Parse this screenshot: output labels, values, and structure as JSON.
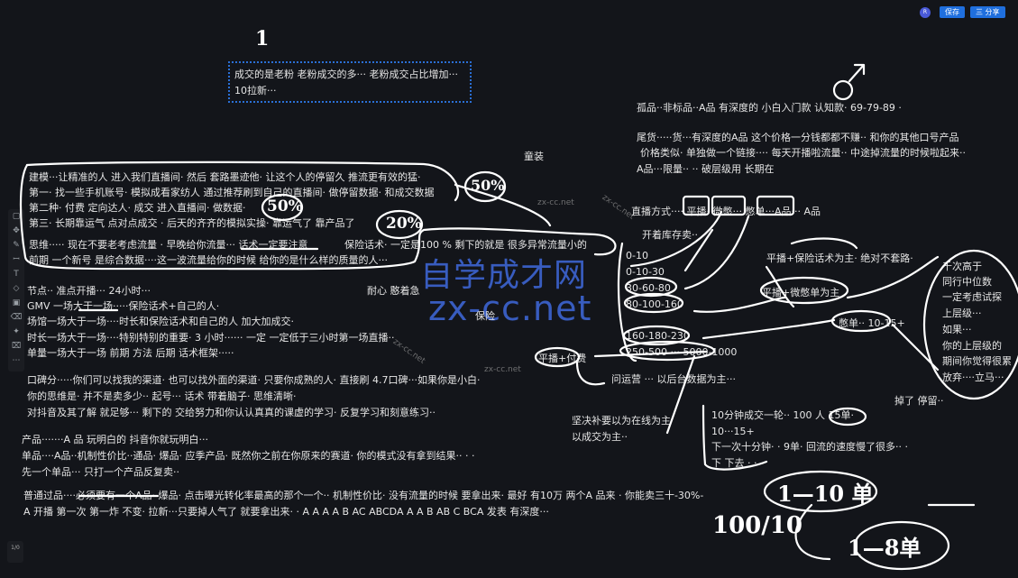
{
  "header": {
    "avatar_text": "R",
    "share_label": "三 分享",
    "save_label": "保存"
  },
  "watermark": {
    "big_cn": "自学成才网",
    "big_url": "zx-cc.net",
    "small": "zx-cc.net"
  },
  "pager": {
    "text": "1/0"
  },
  "handwritten": {
    "one": "1",
    "pct50": "50%",
    "pct50b": "50%",
    "pct20": "20%",
    "one_ten": "1—10 单",
    "hundred_ten": "100/10",
    "one_eight": "1—8单"
  },
  "notes": {
    "top_box_line1": "成交的是老粉  老粉成交的多···   老粉成交占比增加···",
    "top_box_line2": "10拉新···",
    "tongzhuang": "童装",
    "l1": "建模···让精准的人 进入我们直播间·  然后  套路墨迹他·  让这个人的停留久  推流更有效的猛·",
    "l2": "第一·     找一些手机账号· 模拟成看家纺人 通过推荐刷到自己的直播间· 做停留数据· 和成交数据",
    "l3": "第二种·  付费  定向达人· 成交 进入直播间· 做数据·",
    "l4": "第三·   长期靠运气 点对点成交 · 后天的齐齐的模拟实操· 靠运气了  靠产品了",
    "l5": "思维·····  现在不要老考虑流量 · 早晚给你流量···  话术一定要注意",
    "l5b": "保险话术· 一定是100 % 剩下的就是 很多异常流量小的",
    "l6": "前期  一个新号 是综合数据····这一波流量给你的时候   给你的是什么样的质量的人···",
    "l7": "节点··  准点开播···  24小时···",
    "l7b": "耐心  憨着急",
    "l8": "GMV 一场大于一场·····保险话术+自己的人·",
    "l8b": "保险",
    "l9": "场馆一场大于一场····时长和保险话术和自己的人  加大加成交·",
    "l10": "时长一场大于一场····特别特别的重要·  3 小时······  一定  一定低于三小时第一场直播··",
    "l11": "单量一场大于一场   前期  方法 后期  话术框架·····",
    "l12": "口碑分·····你们可以找我的渠道·  也可以找外面的渠道·  只要你成熟的人· 直接刷 4.7口碑···如果你是小白·",
    "l13": "你的思维是·  并不是卖多少··  起号···  话术  带着脑子·  思维清晰·",
    "l14": "对抖音及其了解  就足够···  剩下的 交给努力和你认认真真的课虚的学习· 反复学习和刻意练习··",
    "l15": "产品·······A 品   玩明白的        抖音你就玩明白···",
    "l16": "单品····A品··机制性价比··通品· 爆品·  应季产品·   既然你之前在你原来的赛道· 你的模式没有拿到结果··  · ·",
    "l17": "先一个单品···        只打一个产品反复卖··",
    "l18": "普通过品····必须要有一个A品· 爆品· 点击曝光转化率最高的那个一个··  机制性价比·    没有流量的时候 要拿出来· 最好 有10万 两个A 品来 · 你能卖三十-30%-",
    "l19": "A 开播  第一次  第一炸  不变·    拉新···只要掉人气了  就要拿出来· · A A A       A B AC    ABCDA   A A B   AB C BCA  发表   有深度···",
    "r1": "孤品··非标品··A品   有深度的  小白入门款  认知款·     69-79-89 ·",
    "r2": "尾货·····货···有深度的A品  这个价格一分钱都都不赚··  和你的其他口号产品",
    "r3": "价格类似· 单独做一个链接····  每天开播啦流量··    中途掉流量的时候啦起来··",
    "r4": "A品···限量··  ··   破层级用 长期在",
    "r5": "直播方式····  平播·  微憋···  憋单···A品···   A品",
    "r6": "开着库存卖··",
    "r7": "平播+保险话术为主·   绝对不套路·",
    "r8": "平播+微憋单为主",
    "r9": "憋单·· 10-15+",
    "r10": "平播+付费",
    "r11": "问运营 ··· 以后台数据为主···",
    "r12": "坚决补要以为在线为主",
    "r13": "以成交为主··",
    "r14": "掉了   停留··",
    "r15": "10分钟成交一轮··    100  人   15单·",
    "r16": "10···15+",
    "r17": "下一次十分钟·  ·  9单·   回流的速度慢了很多··  ·",
    "r18": "下  下去 ·  ·",
    "nums": [
      "0-10",
      "0-10-30",
      "30-60-80",
      "80-100-160",
      "160-180-230",
      "250-500 ··· 5000-1000"
    ],
    "side": [
      "千次高于",
      "同行中位数",
      "一定考虑试探",
      "上层级···",
      "如果···",
      "你的上层级的",
      "期间你觉得很累",
      "放弃····立马···"
    ]
  }
}
